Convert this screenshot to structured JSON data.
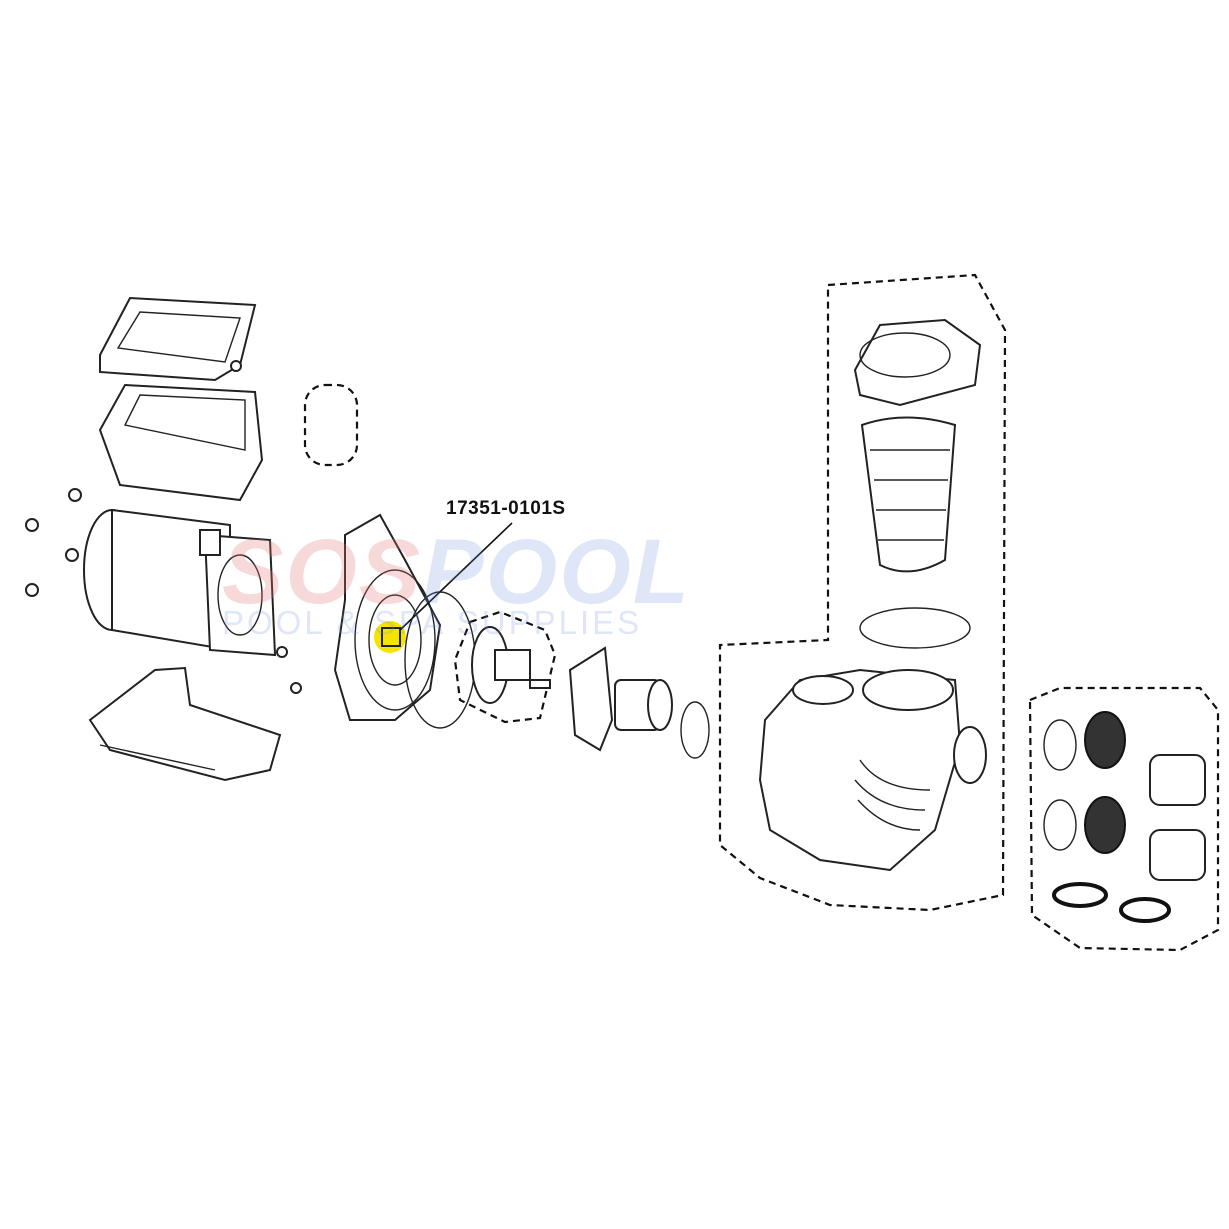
{
  "callout": {
    "part_number": "17351-0101S",
    "highlight_color": "#f5e400"
  },
  "watermark": {
    "brand_red": "SOS",
    "brand_blue": "POOL",
    "tagline": "POOL & SPA SUPPLIES"
  }
}
